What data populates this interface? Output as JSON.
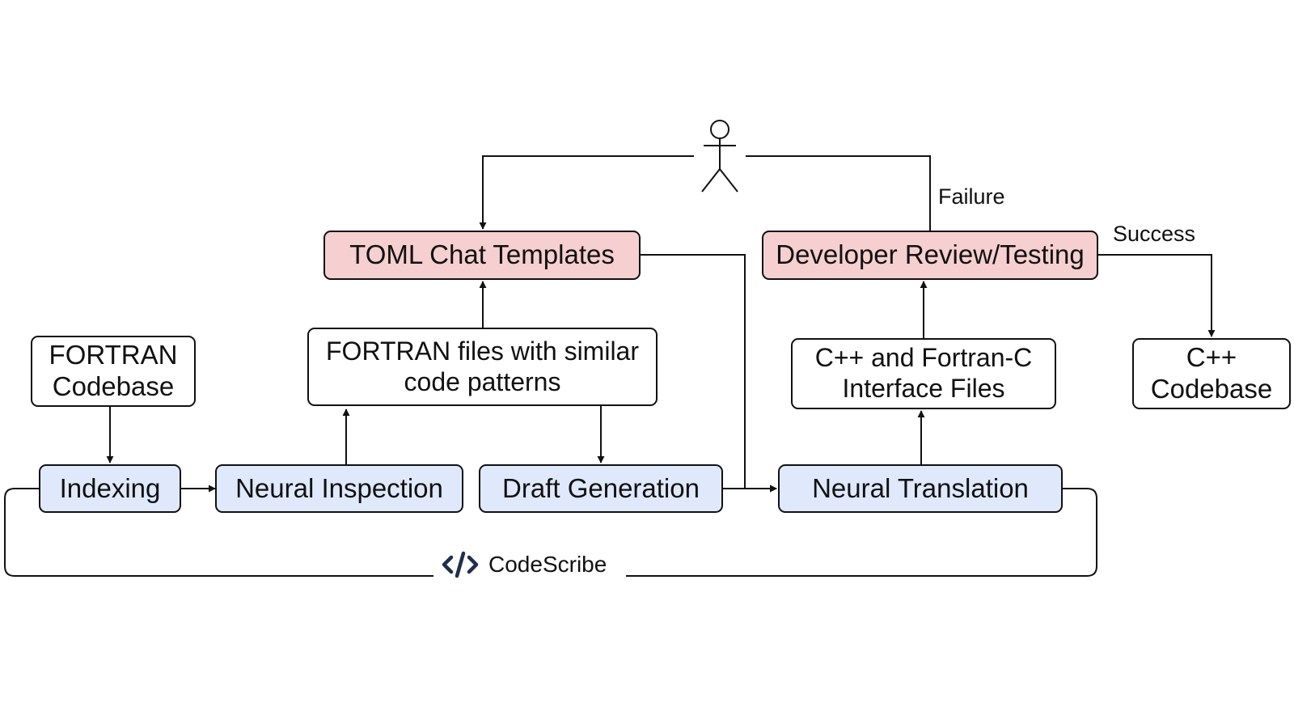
{
  "nodes": {
    "fortran_codebase": "FORTRAN\nCodebase",
    "indexing": "Indexing",
    "neural_inspection": "Neural Inspection",
    "similar_files": "FORTRAN files with similar\ncode patterns",
    "toml_templates": "TOML Chat Templates",
    "draft_generation": "Draft Generation",
    "neural_translation": "Neural Translation",
    "interface_files": "C++ and Fortran-C\nInterface Files",
    "developer_review": "Developer Review/Testing",
    "cpp_codebase": "C++\nCodebase"
  },
  "edge_labels": {
    "failure": "Failure",
    "success": "Success"
  },
  "brand": {
    "name": "CodeScribe",
    "icon": "code-icon"
  },
  "actor": {
    "icon": "stick-figure-icon"
  },
  "colors": {
    "pipeline_step_fill": "#dfe9fb",
    "human_step_fill": "#f6cfd0",
    "brand_icon": "#1f2f4d"
  }
}
